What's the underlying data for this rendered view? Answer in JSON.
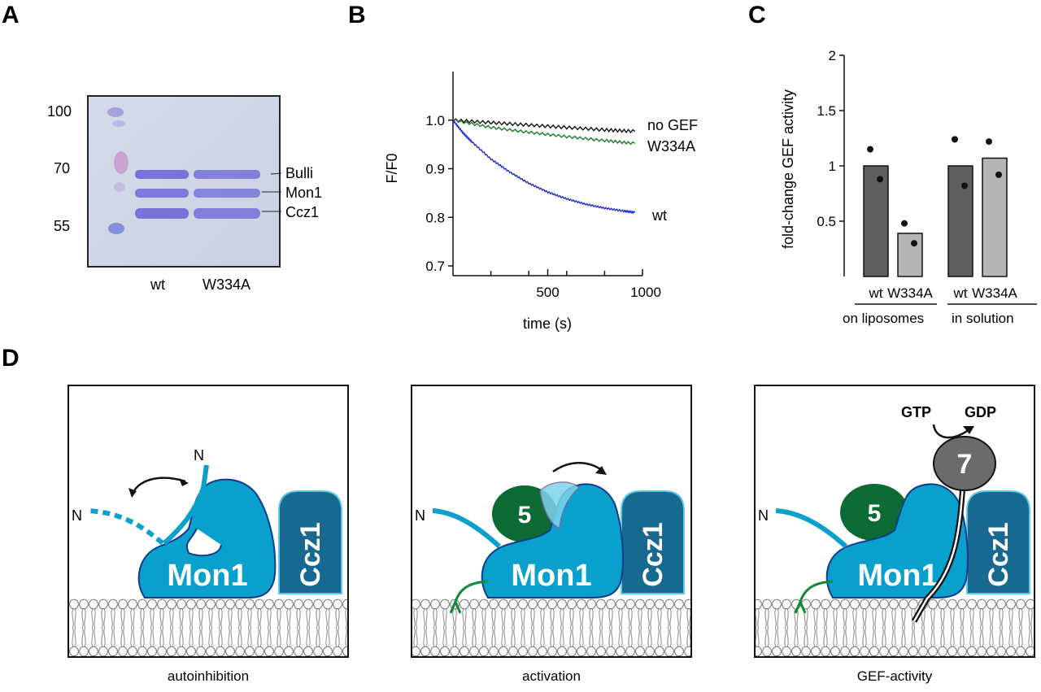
{
  "panels": {
    "A": {
      "letter": "A",
      "markers": [
        "100",
        "70",
        "55"
      ],
      "bands": [
        "Bulli",
        "Mon1",
        "Ccz1"
      ],
      "lanes": [
        "wt",
        "W334A"
      ]
    },
    "B": {
      "letter": "B"
    },
    "C": {
      "letter": "C",
      "group_labels": [
        "on liposomes",
        "in solution"
      ]
    },
    "D": {
      "letter": "D",
      "scenes": [
        {
          "caption": "autoinhibition",
          "mon1": "Mon1",
          "ccz1": "Ccz1",
          "n_labels": [
            "N",
            "N"
          ]
        },
        {
          "caption": "activation",
          "mon1": "Mon1",
          "ccz1": "Ccz1",
          "n_label": "N",
          "rab5": "5"
        },
        {
          "caption": "GEF-activity",
          "mon1": "Mon1",
          "ccz1": "Ccz1",
          "n_label": "N",
          "rab5": "5",
          "rab7": "7",
          "gtp": "GTP",
          "gdp": "GDP"
        }
      ]
    }
  },
  "colors": {
    "mon1": "#0aa0cc",
    "ccz1": "#17698f",
    "rab5": "#0c6b34",
    "rab7": "#6b6b6b",
    "bar_dark": "#5e5e5e",
    "bar_light": "#b5b5b5",
    "trace_wt": "#1f2fd1",
    "trace_w334a": "#1f7a2f",
    "trace_nogef": "#111111"
  },
  "chart_data": [
    {
      "type": "line",
      "xlabel": "time (s)",
      "ylabel": "F/F0",
      "xticks": [
        500,
        1000
      ],
      "yticks": [
        0.7,
        0.8,
        0.9,
        1.0
      ],
      "ylim": [
        0.7,
        1.1
      ],
      "xlim": [
        0,
        1000
      ],
      "series": [
        {
          "name": "no GEF",
          "x": [
            0,
            200,
            400,
            600,
            800,
            960
          ],
          "y": [
            1.0,
            0.995,
            0.99,
            0.985,
            0.98,
            0.977
          ]
        },
        {
          "name": "W334A",
          "x": [
            0,
            200,
            400,
            600,
            800,
            960
          ],
          "y": [
            1.0,
            0.985,
            0.975,
            0.966,
            0.958,
            0.952
          ]
        },
        {
          "name": "wt",
          "x": [
            0,
            50,
            100,
            200,
            300,
            400,
            500,
            600,
            700,
            800,
            900,
            960
          ],
          "y": [
            1.0,
            0.975,
            0.955,
            0.92,
            0.893,
            0.87,
            0.852,
            0.838,
            0.827,
            0.819,
            0.813,
            0.81
          ]
        }
      ]
    },
    {
      "type": "bar",
      "ylabel": "fold-change GEF activity",
      "ylim": [
        0,
        2
      ],
      "yticks": [
        "0.5",
        "1",
        "1.5",
        "2"
      ],
      "categories": [
        "wt",
        "W334A",
        "wt",
        "W334A"
      ],
      "values": [
        1.0,
        0.39,
        1.0,
        1.07
      ],
      "points": [
        [
          1.15,
          0.88
        ],
        [
          0.48,
          0.3
        ],
        [
          1.24,
          0.82
        ],
        [
          1.22,
          0.92
        ]
      ]
    }
  ]
}
